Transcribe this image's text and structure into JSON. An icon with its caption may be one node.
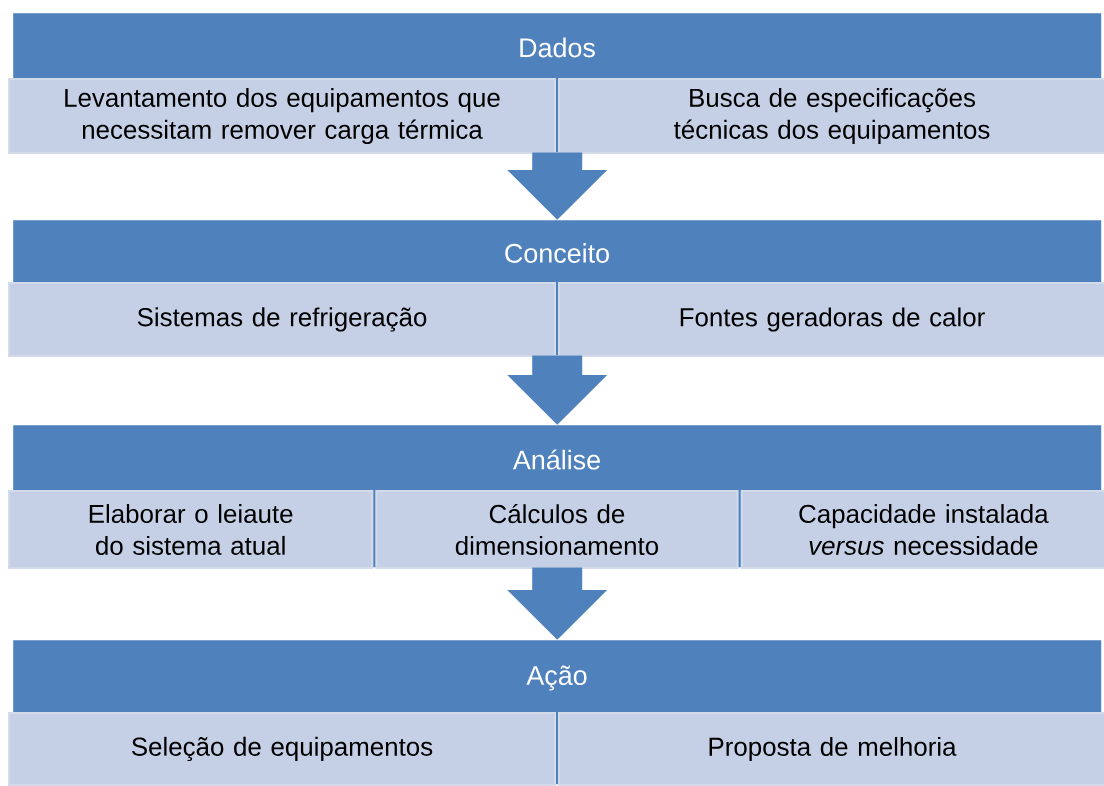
{
  "diagram": {
    "nodes": [
      {
        "text": [
          "Dados"
        ]
      },
      {
        "text": [
          "Levantamento dos equipamentos que necessitam remover carga térmica"
        ],
        "in": 0
      },
      {
        "text": [
          "Busca de especificações técnicas dos equipamentos"
        ],
        "in": 0
      },
      {
        "text": [
          "Conceito"
        ]
      },
      {
        "text": [
          "Sistemas de refrigeração"
        ],
        "in": 3
      },
      {
        "text": [
          "Fontes geradoras de calor"
        ],
        "in": 3
      },
      {
        "text": [
          "Análise"
        ]
      },
      {
        "text": [
          "Elaborar o leiaute do sistema atual"
        ],
        "in": 6
      },
      {
        "text": [
          "Cálculos de dimensionamento"
        ],
        "in": 6
      },
      {
        "text": [
          "Capacidade instalada *versus* necessidade"
        ],
        "in": 6
      },
      {
        "text": [
          "Ação"
        ]
      },
      {
        "text": [
          "Seleção de equipamentos"
        ],
        "in": 10
      },
      {
        "text": [
          "Proposta de melhoria"
        ],
        "in": 10
      }
    ],
    "edges": [
      {
        "from": 0,
        "to": 3,
        "arrow": "to"
      },
      {
        "from": 3,
        "to": 6,
        "arrow": "to"
      },
      {
        "from": 6,
        "to": 10,
        "arrow": "to"
      }
    ]
  }
}
